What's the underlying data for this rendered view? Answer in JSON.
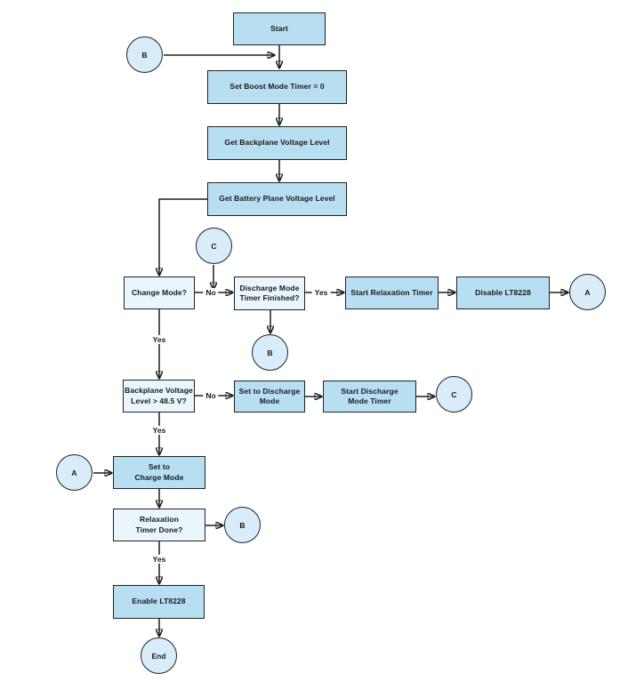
{
  "colors": {
    "process_fill": "#b8def1",
    "decision_fill": "#ebf5fc",
    "connector_fill": "#d9ecf9",
    "line": "#1b1f23",
    "text": "#15191d"
  },
  "nodes": {
    "start": {
      "label": "Start",
      "type": "process"
    },
    "connector_b_top": {
      "label": "B",
      "type": "connector"
    },
    "set_boost_timer": {
      "label": "Set Boost Mode Timer = 0",
      "type": "process"
    },
    "get_backplane": {
      "label": "Get Backplane Voltage Level",
      "type": "process"
    },
    "get_battery": {
      "label": "Get Battery Plane Voltage Level",
      "type": "process"
    },
    "connector_c_mid": {
      "label": "C",
      "type": "connector"
    },
    "change_mode": {
      "label": "Change Mode?",
      "type": "decision"
    },
    "discharge_timer_finished": {
      "label": [
        "Discharge Mode",
        "Timer Finished?"
      ],
      "type": "decision"
    },
    "start_relaxation_timer": {
      "label": "Start Relaxation Timer",
      "type": "process"
    },
    "disable_lt8228": {
      "label": "Disable LT8228",
      "type": "process"
    },
    "connector_a_right": {
      "label": "A",
      "type": "connector"
    },
    "connector_b_mid": {
      "label": "B",
      "type": "connector"
    },
    "backplane_voltage": {
      "label": [
        "Backplane Voltage",
        "Level > 48.5 V?"
      ],
      "type": "decision"
    },
    "set_discharge_mode": {
      "label": [
        "Set to Discharge",
        "Mode"
      ],
      "type": "process"
    },
    "start_discharge_timer": {
      "label": [
        "Start Discharge",
        "Mode Timer"
      ],
      "type": "process"
    },
    "connector_c_right": {
      "label": "C",
      "type": "connector"
    },
    "connector_a_left": {
      "label": "A",
      "type": "connector"
    },
    "set_charge_mode": {
      "label": [
        "Set to",
        "Charge Mode"
      ],
      "type": "process"
    },
    "relaxation_timer_done": {
      "label": [
        "Relaxation",
        "Timer Done?"
      ],
      "type": "decision"
    },
    "connector_b_bottom": {
      "label": "B",
      "type": "connector"
    },
    "enable_lt8228": {
      "label": "Enable LT8228",
      "type": "process"
    },
    "end": {
      "label": "End",
      "type": "connector"
    }
  },
  "edge_labels": {
    "change_mode_no": "No",
    "discharge_finished_yes": "Yes",
    "change_mode_yes": "Yes",
    "backplane_no": "No",
    "backplane_yes": "Yes",
    "relaxation_done_yes": "Yes"
  }
}
